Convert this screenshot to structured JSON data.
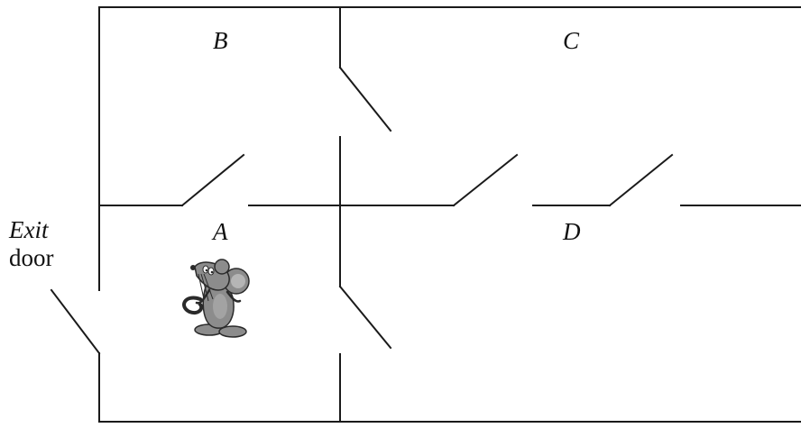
{
  "rooms": {
    "a": "A",
    "b": "B",
    "c": "C",
    "d": "D"
  },
  "exit": {
    "word1": "Exit",
    "word2": "door"
  },
  "colors": {
    "wall": "#1a1a1a",
    "mouse_body": "#8c8c8c",
    "mouse_light": "#b5b5b5",
    "mouse_outline": "#2a2a2a"
  },
  "icons": {
    "mouse": "cartoon-mouse-icon"
  }
}
